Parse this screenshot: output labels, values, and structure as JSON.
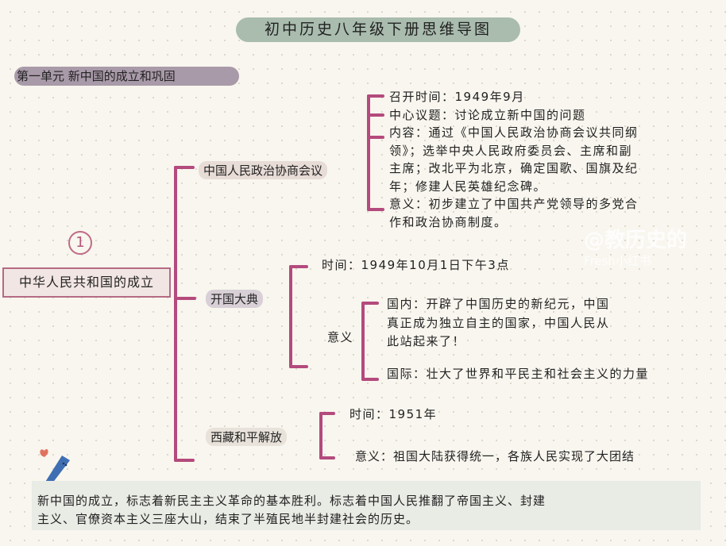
{
  "title": "初中历史八年级下册思维导图",
  "unit": "第一单元 新中国的成立和巩固",
  "section_number": "1",
  "root": "中华人民共和国的成立",
  "branches": [
    {
      "label": "中国人民政治协商会议",
      "lines": [
        "召开时间：1949年9月",
        "中心议题：讨论成立新中国的问题",
        "内容：通过《中国人民政治协商会议共同纲",
        "领》；选举中央人民政府委员会、主席和副",
        "主席；改北平为北京，确定国歌、国旗及纪",
        "年；修建人民英雄纪念碑。",
        "意义：初步建立了中国共产党领导的多党合",
        "作和政治协商制度。"
      ]
    },
    {
      "label": "开国大典",
      "time": "时间：1949年10月1日下午3点",
      "meaning_label": "意义",
      "domestic": [
        "国内：开辟了中国历史的新纪元，中国",
        "真正成为独立自主的国家，中国人民从",
        "此站起来了！"
      ],
      "international": "国际：壮大了世界和平民主和社会主义的力量"
    },
    {
      "label": "西藏和平解放",
      "time": "时间：1951年",
      "meaning": "意义：祖国大陆获得统一，各族人民实现了大团结"
    }
  ],
  "summary": [
    "新中国的成立，标志着新民主主义革命的基本胜利。标志着中国人民推翻了帝国主义、封建",
    "主义、官僚资本主义三座大山，结束了半殖民地半封建社会的历史。"
  ],
  "watermark": [
    "@教历史的",
    "Fresh小红书"
  ],
  "colors": {
    "line": "#b44a7d",
    "title_bg": "#a9bcae",
    "unit_bg": "#a99aa9",
    "summary_bg": "#e9ebe5"
  }
}
